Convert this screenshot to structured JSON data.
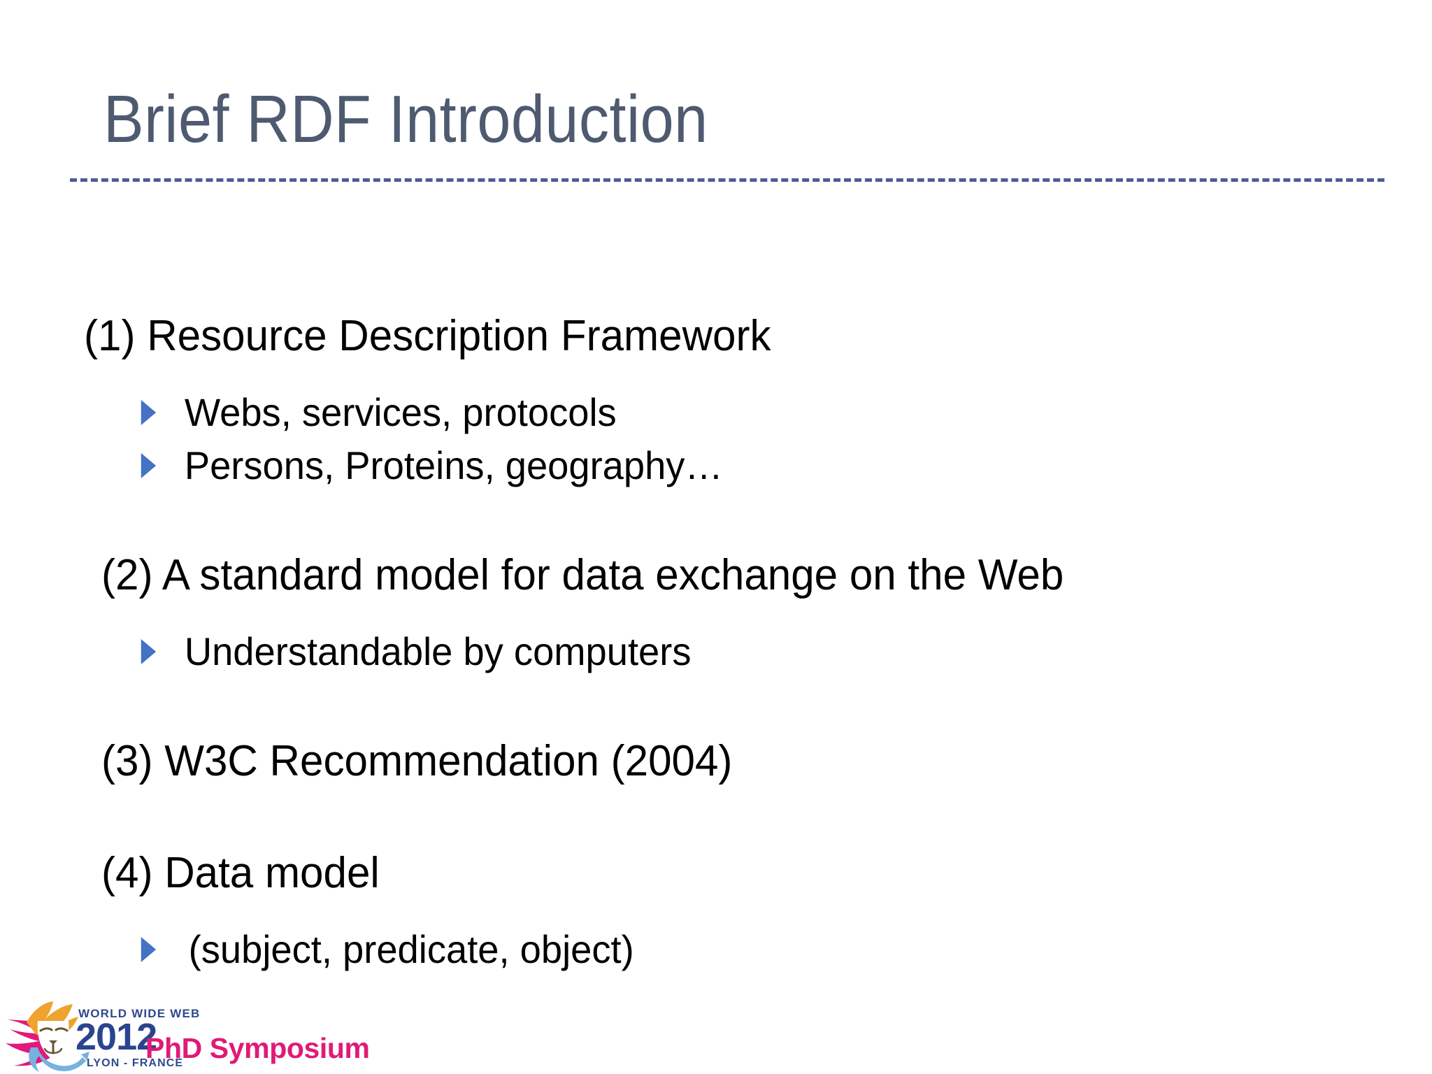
{
  "slide": {
    "title": "Brief RDF Introduction",
    "accent_title_color": "#4e5a70",
    "accent_rule_color": "#4e5b97",
    "bullet_color": "#4472c4",
    "body_text_color": "#000000",
    "background_color": "#ffffff"
  },
  "content": {
    "items": [
      {
        "number": "(1)",
        "text": "(1) Resource Description Framework",
        "sub": [
          "Webs, services, protocols",
          "Persons, Proteins, geography…"
        ]
      },
      {
        "number": "(2)",
        "text": "(2)  A standard model for data exchange on the Web",
        "sub": [
          "Understandable by computers"
        ]
      },
      {
        "number": "(3)",
        "text": "(3) W3C Recommendation (2004)",
        "sub": []
      },
      {
        "number": "(4)",
        "text": "(4) Data model",
        "sub": [
          "(subject, predicate, object)"
        ]
      }
    ]
  },
  "footer": {
    "logo": {
      "tagline": "WORLD WIDE WEB",
      "year": "2012",
      "city": "LYON - FRANCE",
      "mane_colors": {
        "top": "#f0a22e",
        "left": "#e2187c",
        "bottom": "#74b3e0"
      }
    },
    "event_label": "PhD Symposium",
    "event_label_color": "#e01a76"
  }
}
